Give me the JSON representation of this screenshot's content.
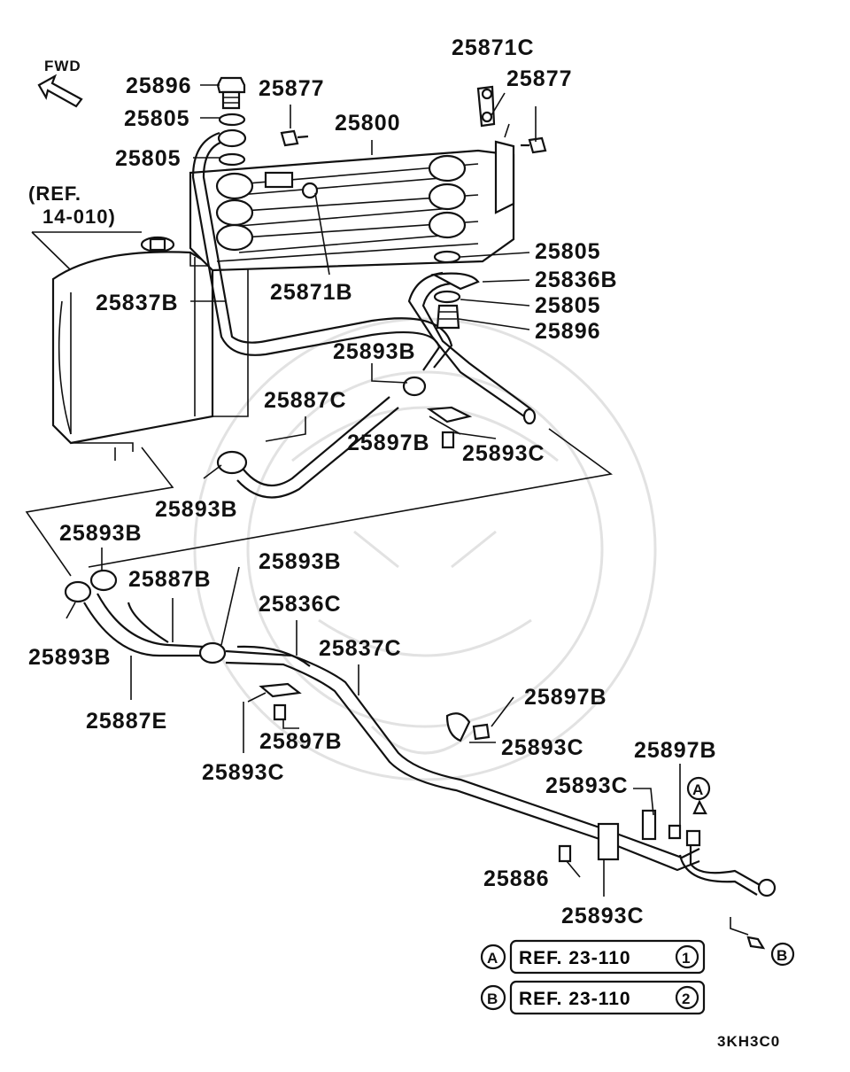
{
  "fwd": "FWD",
  "ref_note": [
    "(REF.",
    "14-010)"
  ],
  "parts": {
    "p25896_top": "25896",
    "p25805_a": "25805",
    "p25805_b": "25805",
    "p25877_a": "25877",
    "p25877_b": "25877",
    "p25871C": "25871C",
    "p25800": "25800",
    "p25871B": "25871B",
    "p25837B": "25837B",
    "p25805_c": "25805",
    "p25836B": "25836B",
    "p25805_d": "25805",
    "p25896_b": "25896",
    "p25893B_a": "25893B",
    "p25887C": "25887C",
    "p25897B_a": "25897B",
    "p25893C_a": "25893C",
    "p25893B_b": "25893B",
    "p25893B_c": "25893B",
    "p25893B_d": "25893B",
    "p25887B": "25887B",
    "p25836C": "25836C",
    "p25893B_e": "25893B",
    "p25837C": "25837C",
    "p25887E": "25887E",
    "p25897B_b": "25897B",
    "p25893C_b": "25893C",
    "p25897B_c": "25897B",
    "p25893C_c": "25893C",
    "p25897B_d": "25897B",
    "p25893C_d": "25893C",
    "p25886": "25886",
    "p25893C_e": "25893C"
  },
  "markers": {
    "a": "A",
    "b": "B"
  },
  "refs": [
    {
      "circle": "A",
      "text": "REF. 23-110",
      "num": "1"
    },
    {
      "circle": "B",
      "text": "REF. 23-110",
      "num": "2"
    }
  ],
  "diagram_code": "3KH3C0"
}
